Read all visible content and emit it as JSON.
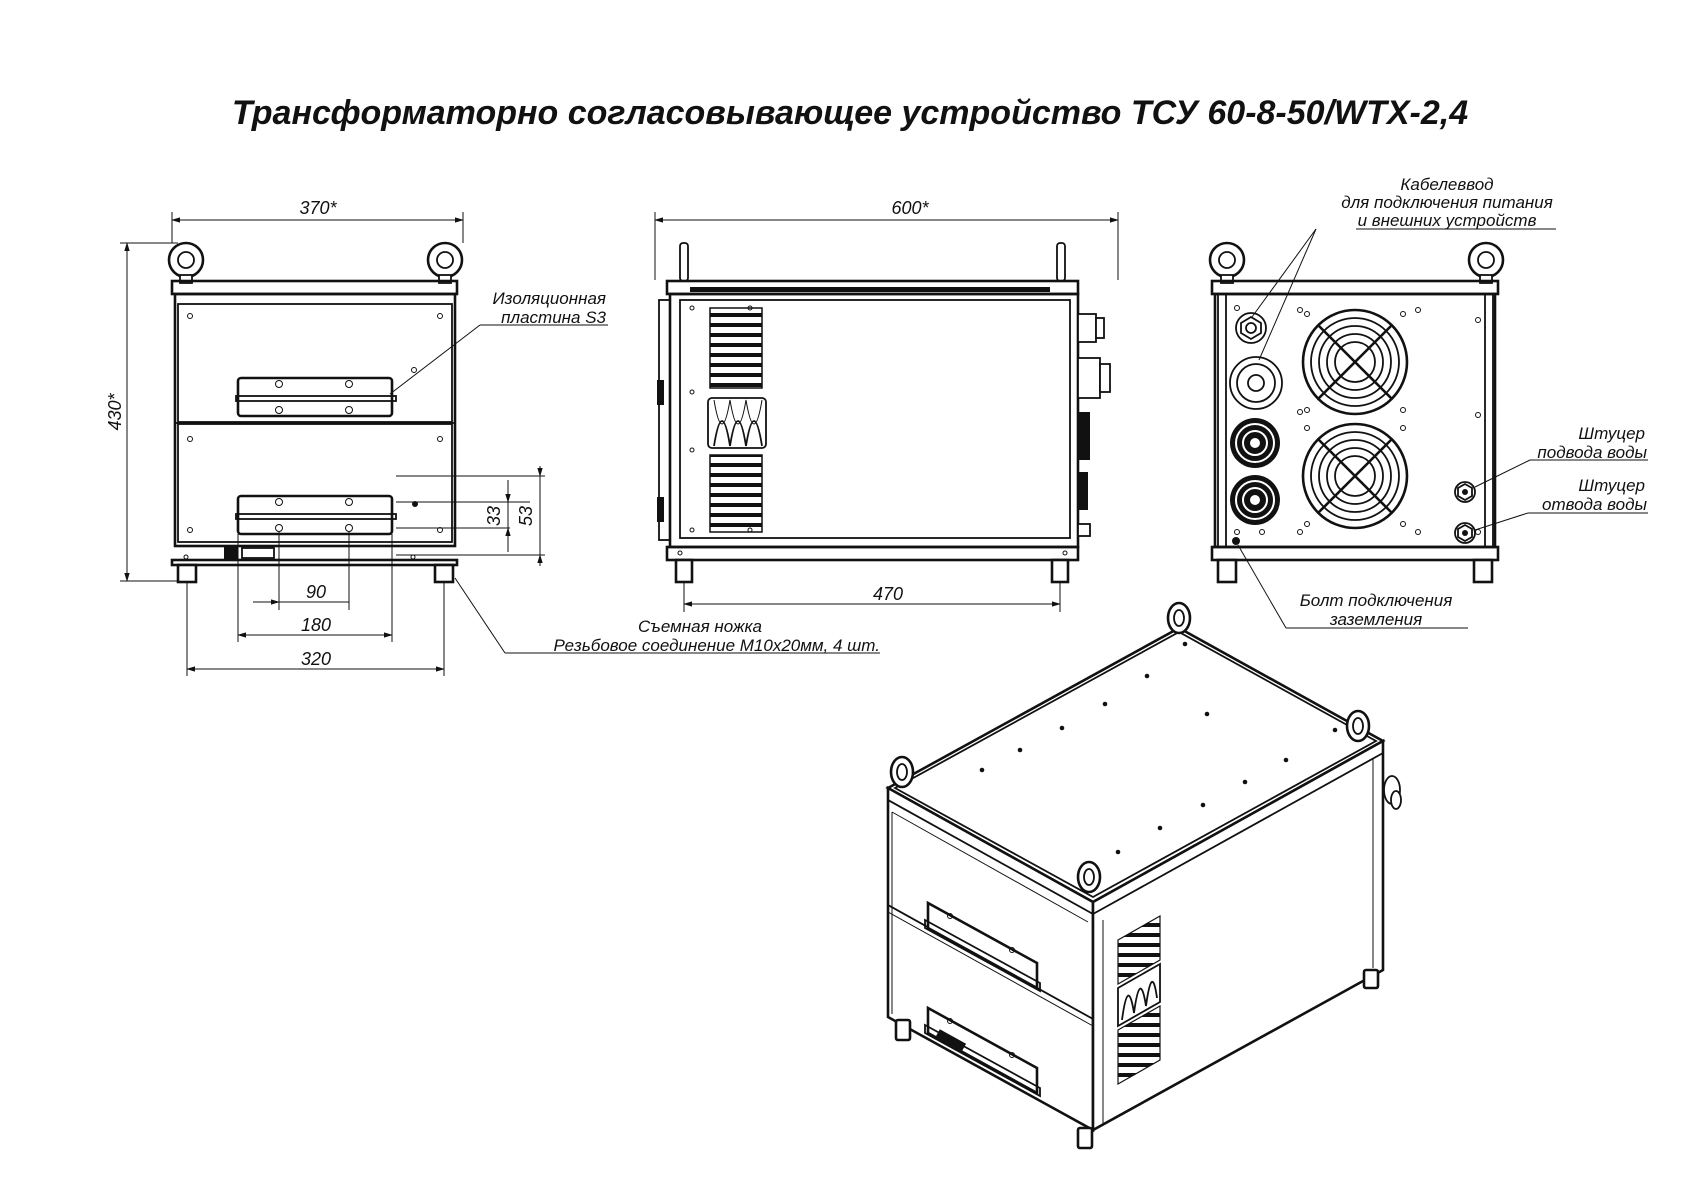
{
  "title": "Трансформаторно согласовывающее устройство ТСУ 60-8-50/WTX-2,4",
  "dimensions": {
    "front_width": "370*",
    "front_height": "430*",
    "side_width": "600*",
    "side_feet": "470",
    "bottom_90": "90",
    "bottom_180": "180",
    "bottom_320": "320",
    "dim_33": "33",
    "dim_53": "53"
  },
  "labels": {
    "insulation_plate": [
      "Изоляционная",
      "пластина S3"
    ],
    "feet": [
      "Съемная ножка",
      "Резьбовое соединение М10х20мм, 4 шт."
    ],
    "cable_gland": [
      "Кабелеввод",
      "для подключения питания",
      "и внешних устройств"
    ],
    "water_in": [
      "Штуцер",
      "подвода воды"
    ],
    "water_out": [
      "Штуцер",
      "отвода воды"
    ],
    "ground_bolt": [
      "Болт подключения",
      "заземления"
    ]
  }
}
